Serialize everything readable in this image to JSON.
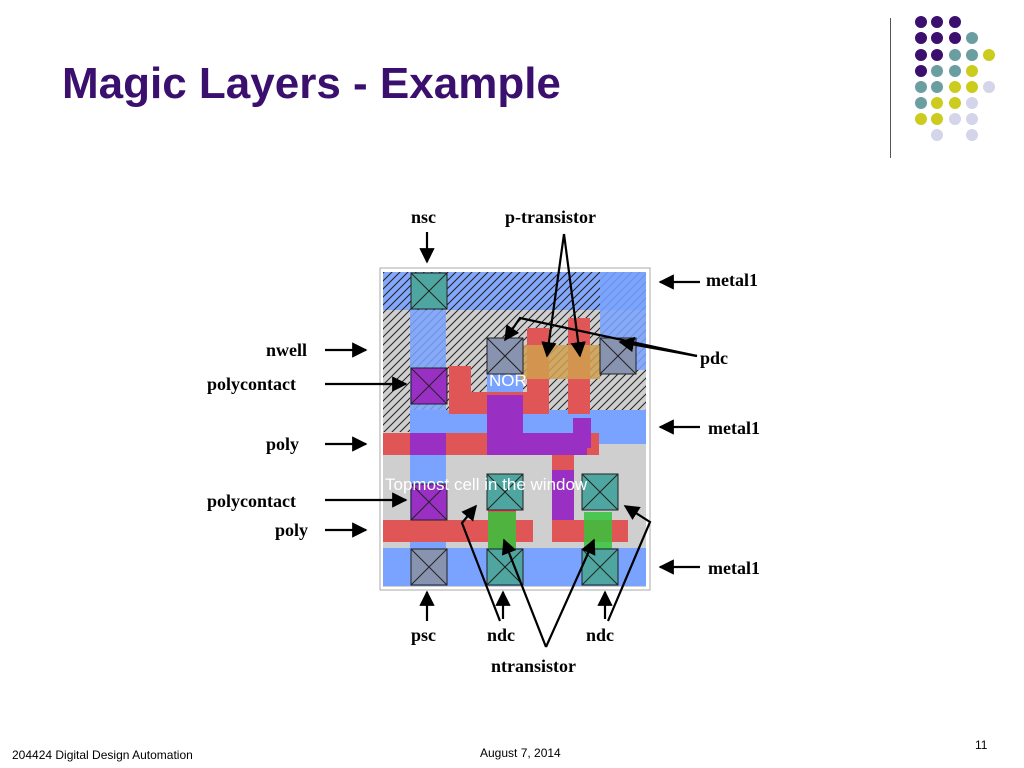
{
  "slide": {
    "title": "Magic Layers - Example",
    "footer_left": "204424 Digital Design Automation",
    "footer_center": "August 7, 2014",
    "page_number": "11"
  },
  "labels": {
    "nsc": "nsc",
    "p_transistor": "p-transistor",
    "metal1_top": "metal1",
    "pdc": "pdc",
    "metal1_mid": "metal1",
    "metal1_bottom": "metal1",
    "nwell": "nwell",
    "polycontact_top": "polycontact",
    "poly_top": "poly",
    "polycontact_bottom": "polycontact",
    "poly_bottom": "poly",
    "psc": "psc",
    "ndc_left": "ndc",
    "ndc_right": "ndc",
    "ntransistor": "ntransistor"
  },
  "cell": {
    "name": "NOR",
    "window_caption": "Topmost cell in the window"
  },
  "colors": {
    "title": "#3a0f6e",
    "metal1": "#7aa3ff",
    "poly": "#e05555",
    "polycontact": "#9a2fc4",
    "ndc": "#4fa6a0",
    "pdc": "#8893b0",
    "ndiff": "#35c43d",
    "background": "#cfcfcf",
    "dot_purple": "#3b0f6e",
    "dot_teal": "#6a9ea0",
    "dot_yellow": "#cccc1f",
    "dot_lavender": "#d4d4ea"
  }
}
